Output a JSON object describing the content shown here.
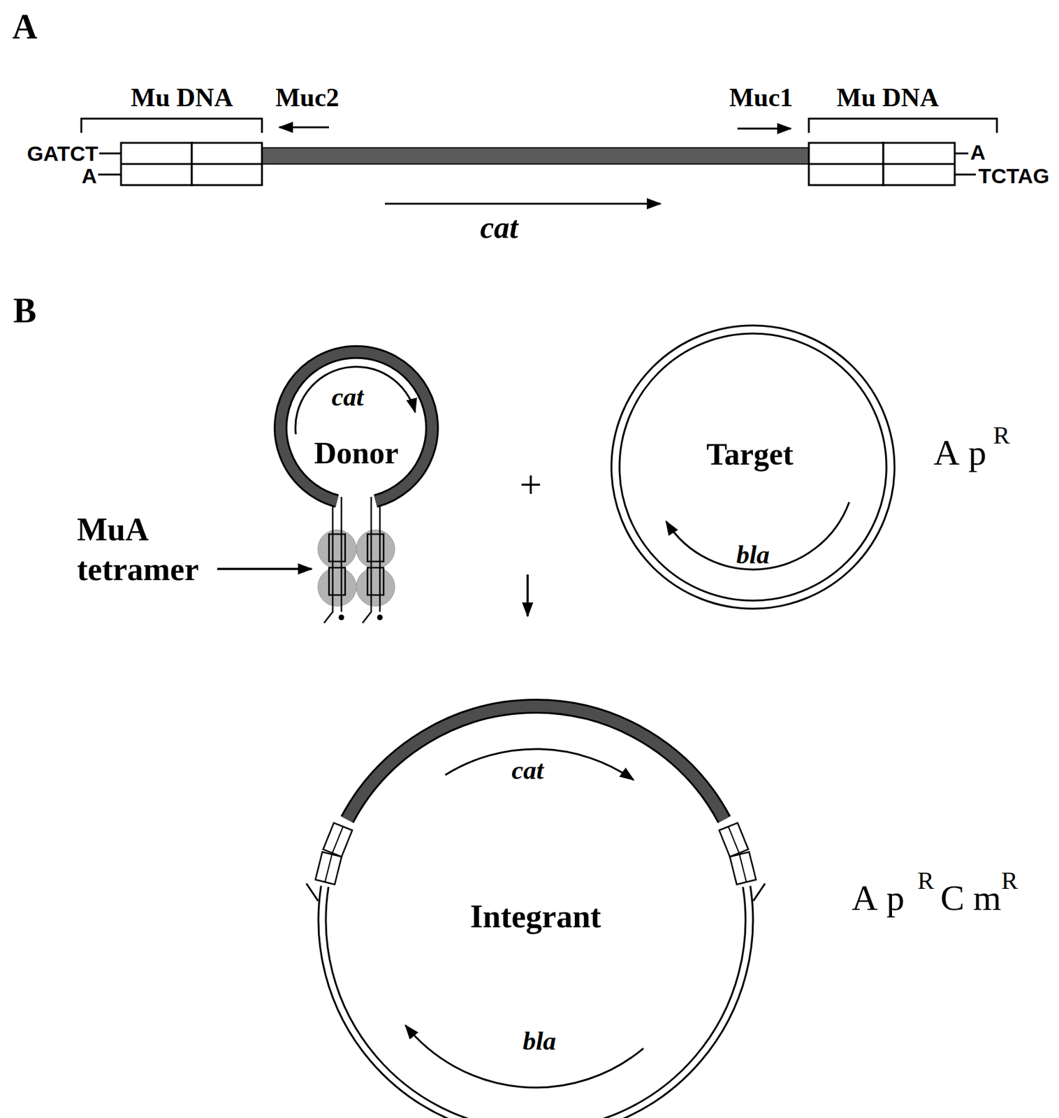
{
  "diagram": {
    "nodes": [
      {
        "text": [
          "cat",
          "Donor"
        ]
      },
      {
        "text": [
          "Target",
          "bla"
        ]
      },
      {
        "text": [
          "cat",
          "Integrant",
          "bla"
        ]
      }
    ],
    "labels": [
      "A",
      "Mu DNA",
      "Muc2",
      "Muc1",
      "Mu DNA",
      "GATCT",
      "A",
      "A",
      "TCTAG",
      "cat",
      "B",
      "MuA tetramer",
      "+",
      "Ap",
      "R",
      "Ap",
      "R",
      "Cm",
      "R"
    ]
  }
}
